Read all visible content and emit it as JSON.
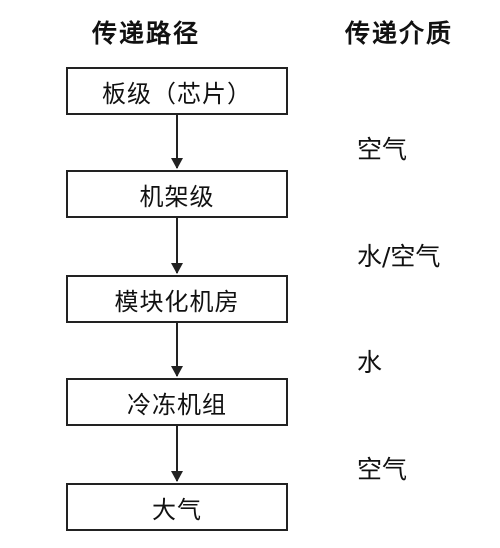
{
  "headings": {
    "path": "传递路径",
    "medium": "传递介质"
  },
  "path_steps": [
    "板级（芯片）",
    "机架级",
    "模块化机房",
    "冷冻机组",
    "大气"
  ],
  "media": [
    "空气",
    "水/空气",
    "水",
    "空气"
  ]
}
